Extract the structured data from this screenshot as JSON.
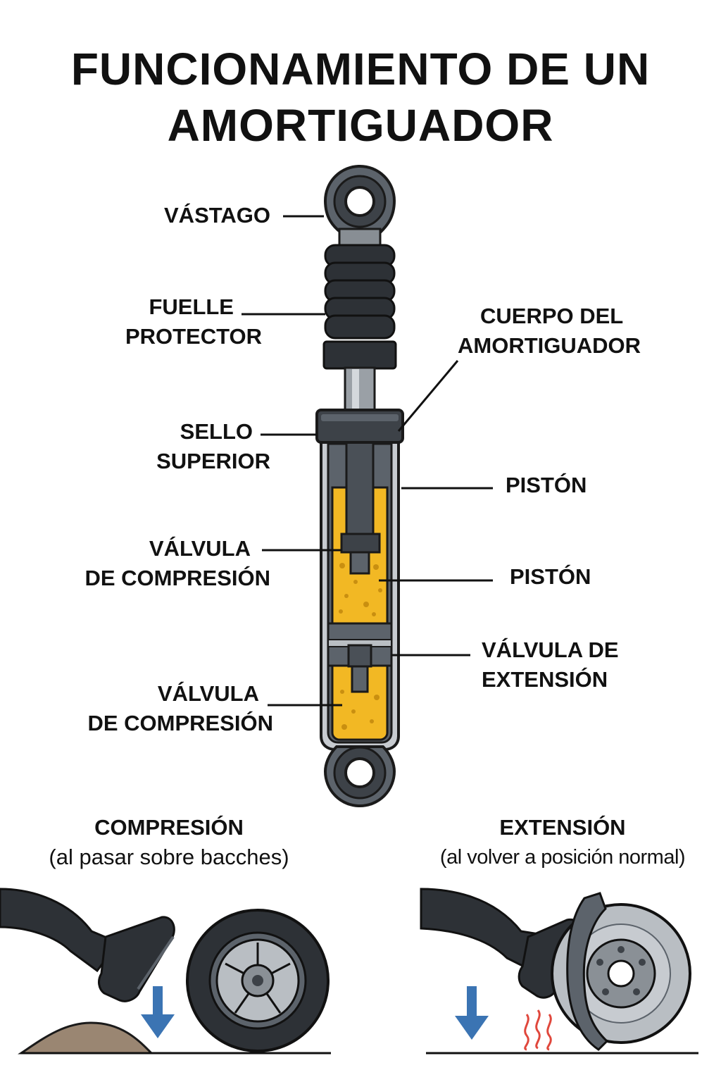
{
  "title": {
    "line1": "FUNCIONAMIENTO DE UN",
    "line2": "AMORTIGUADOR"
  },
  "labels": {
    "vastago": "VÁSTAGO",
    "fuelle_1": "FUELLE",
    "fuelle_2": "PROTECTOR",
    "sello_1": "SELLO",
    "sello_2": "SUPERIOR",
    "valvula_comp_1_a": "VÁLVULA",
    "valvula_comp_1_b": "DE COMPRESIÓN",
    "valvula_comp_2_a": "VÁLVULA",
    "valvula_comp_2_b": "DE COMPRESIÓN",
    "cuerpo_1": "CUERPO DEL",
    "cuerpo_2": "AMORTIGUADOR",
    "piston_1": "PISTÓN",
    "piston_2": "PISTÓN",
    "valvula_ext_1": "VÁLVULA DE",
    "valvula_ext_2": "EXTENSIÓN"
  },
  "sections": {
    "compression": {
      "title": "COMPRESIÓN",
      "subtitle": "(al pasar sobre bacches)"
    },
    "extension": {
      "title": "EXTENSIÓN",
      "subtitle": "(al volver a posición normal)"
    }
  },
  "colors": {
    "oil": "#f2b824",
    "metal_dark": "#3d4248",
    "metal_mid": "#5c636b",
    "outline": "#1a1a1a",
    "arrow": "#3b74b3",
    "heat": "#e0473c",
    "ground": "#9a8672"
  }
}
